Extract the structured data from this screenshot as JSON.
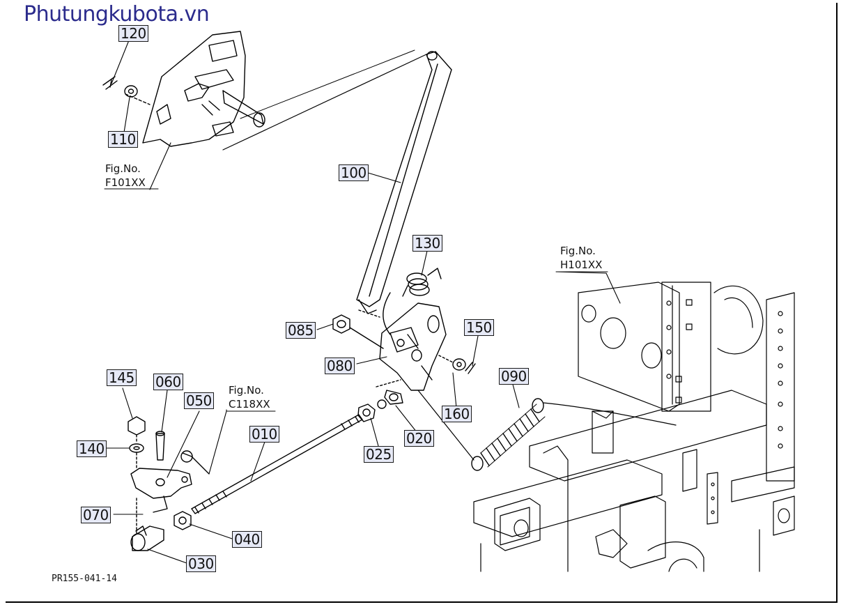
{
  "watermark": "Phutungkubota.vn",
  "drawing_code": "PR155-041-14",
  "figure_refs": {
    "f101": {
      "label": "Fig.No.",
      "code": "F101XX"
    },
    "h101": {
      "label": "Fig.No.",
      "code": "H101XX"
    },
    "c118": {
      "label": "Fig.No.",
      "code": "C118XX"
    }
  },
  "callouts": {
    "p010": "010",
    "p020": "020",
    "p025": "025",
    "p030": "030",
    "p040": "040",
    "p050": "050",
    "p060": "060",
    "p070": "070",
    "p080": "080",
    "p085": "085",
    "p090": "090",
    "p100": "100",
    "p110": "110",
    "p120": "120",
    "p130": "130",
    "p140": "140",
    "p145": "145",
    "p150": "150",
    "p160": "160"
  },
  "colors": {
    "callout_fill": "#e6e9f6",
    "line": "#000000",
    "watermark": "#2b2b8c"
  }
}
